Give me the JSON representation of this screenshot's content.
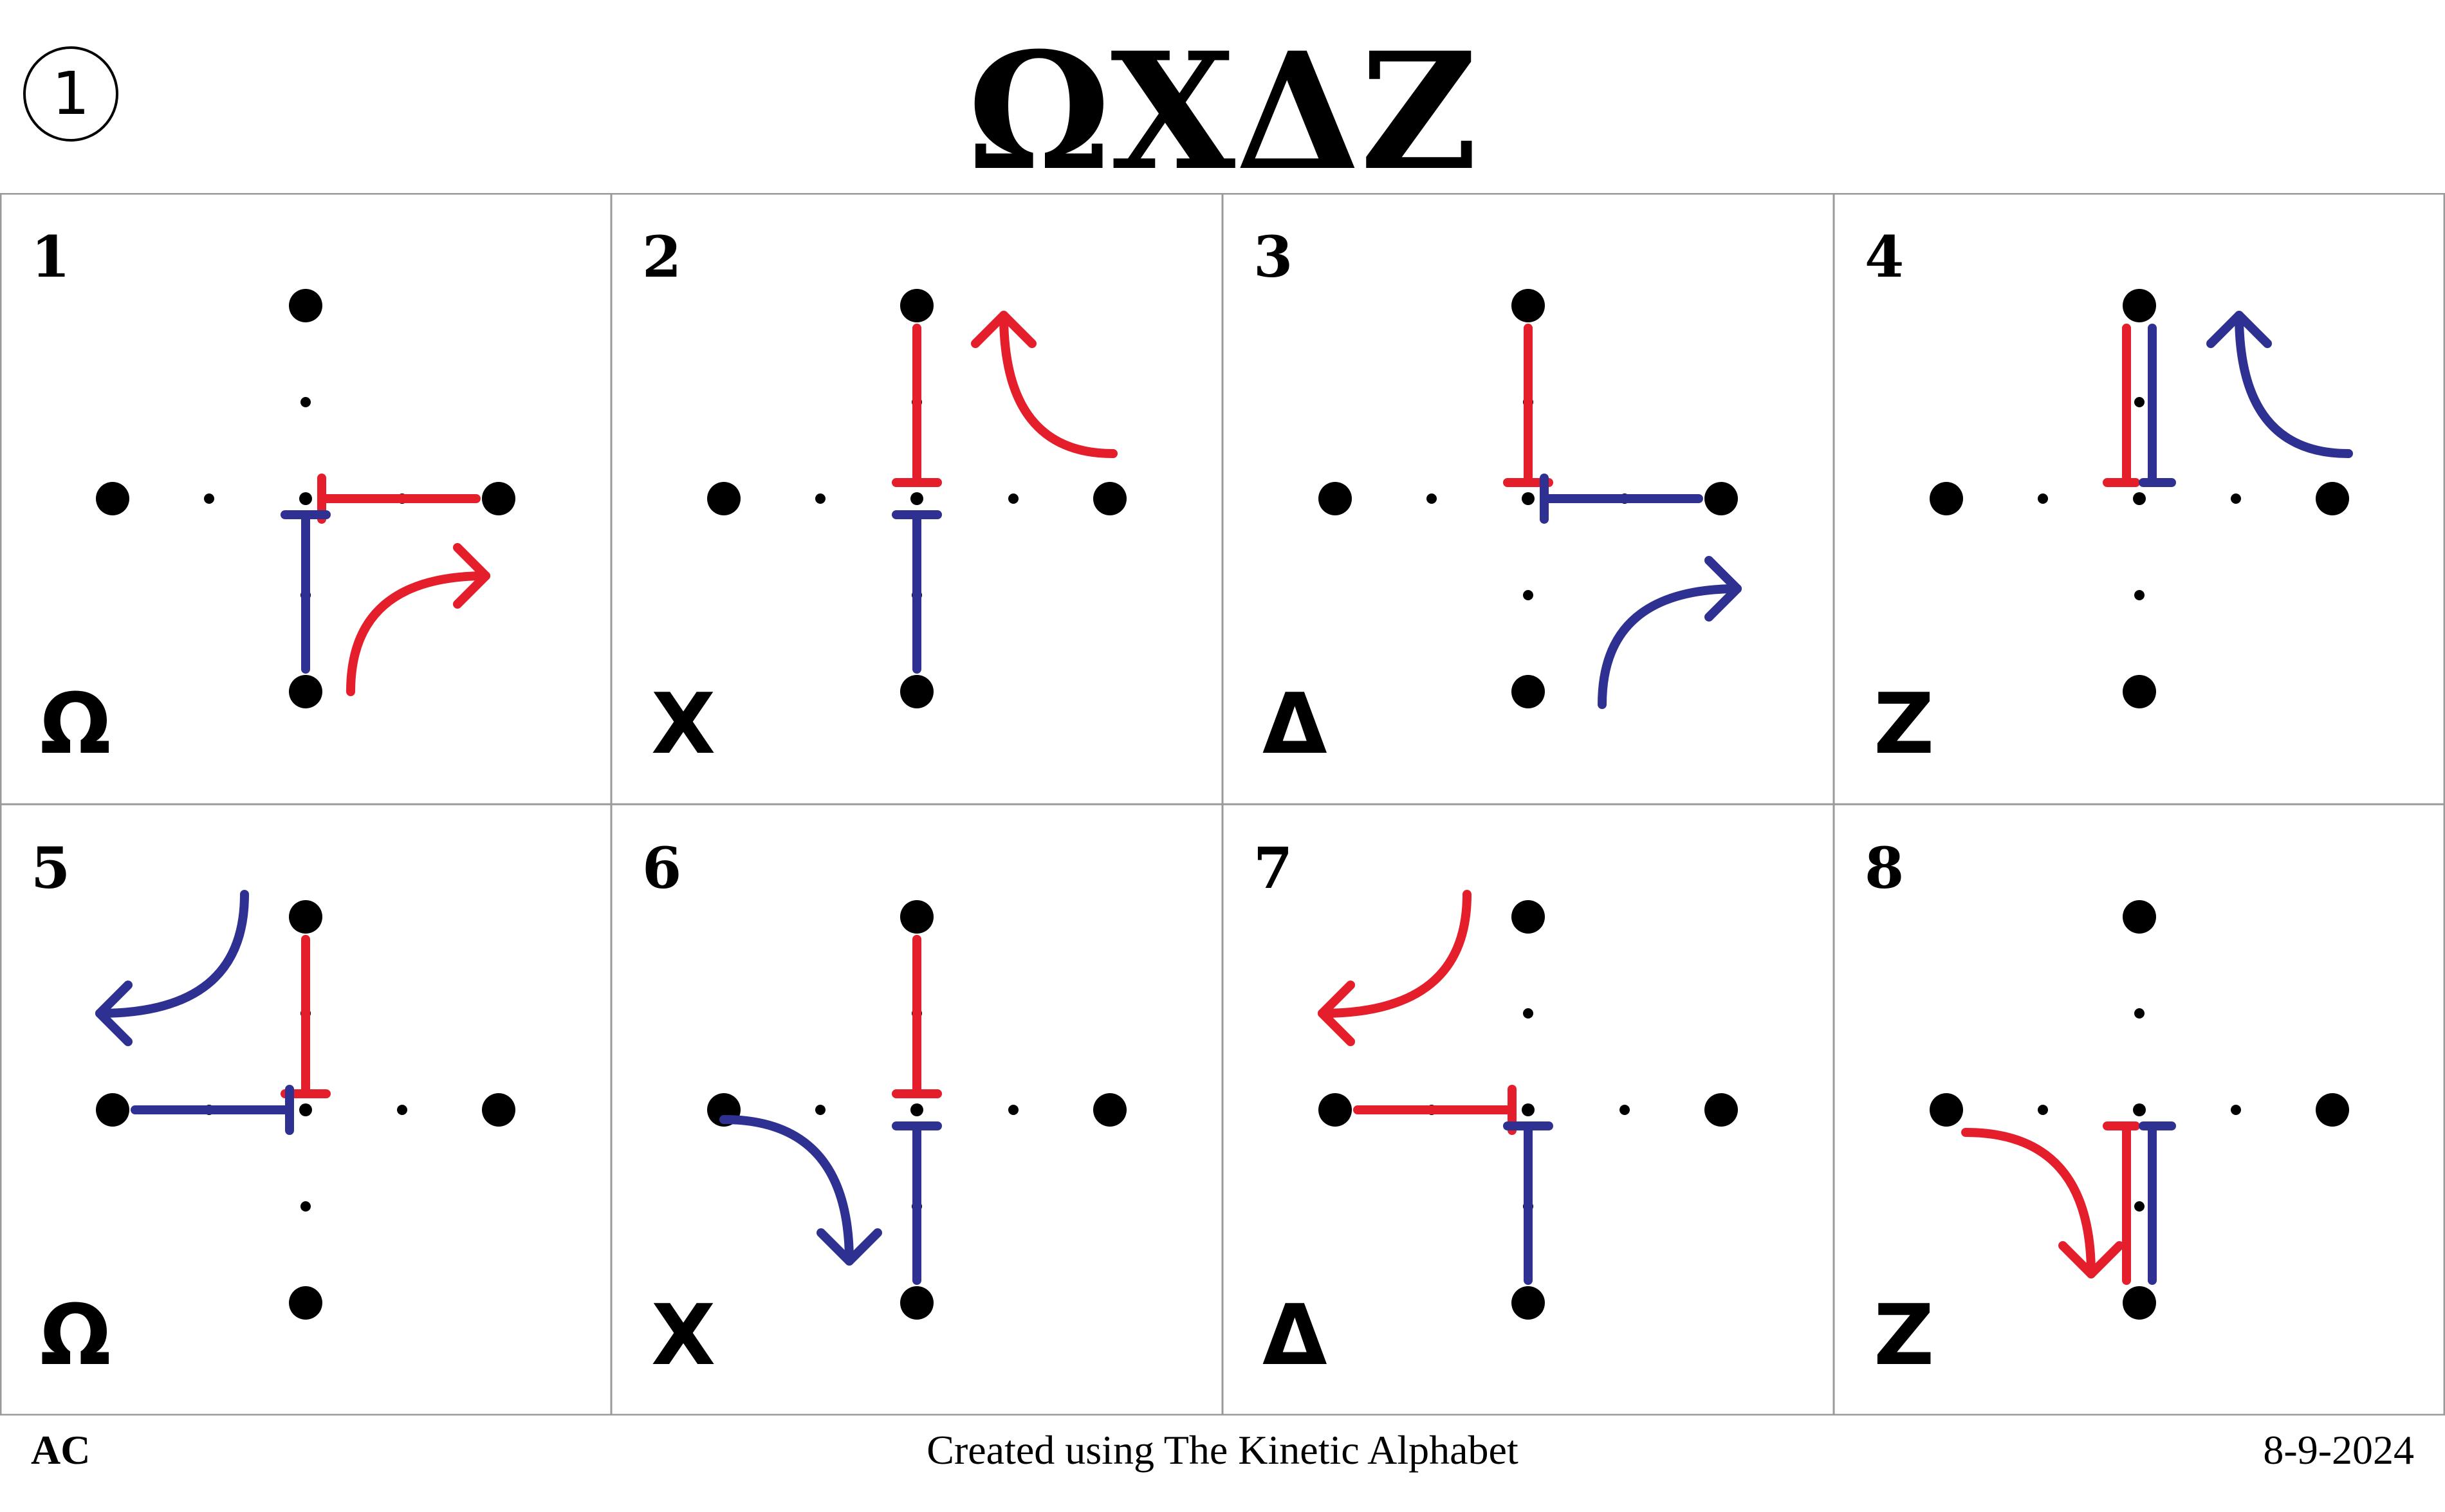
{
  "header": {
    "page_number": "1",
    "title": "ΩXΔZ"
  },
  "colors": {
    "red": "#e41f2b",
    "blue": "#2e3192",
    "dot": "#000000",
    "grid_line": "#9a9a9a"
  },
  "panels": [
    {
      "number": "1",
      "letter": "Ω",
      "bars": [
        {
          "color": "red",
          "from": "center",
          "to": "right_outer"
        },
        {
          "color": "blue",
          "from": "center",
          "to": "bottom_outer"
        }
      ],
      "arrows": [
        {
          "color": "red",
          "from": "bottom",
          "to": "right"
        }
      ]
    },
    {
      "number": "2",
      "letter": "X",
      "bars": [
        {
          "color": "red",
          "from": "top_outer",
          "to": "center"
        },
        {
          "color": "blue",
          "from": "center",
          "to": "bottom_outer"
        }
      ],
      "arrows": [
        {
          "color": "red",
          "from": "right",
          "to": "up"
        }
      ]
    },
    {
      "number": "3",
      "letter": "Δ",
      "bars": [
        {
          "color": "red",
          "from": "top_outer",
          "to": "center"
        },
        {
          "color": "blue",
          "from": "center",
          "to": "right_outer"
        }
      ],
      "arrows": [
        {
          "color": "blue",
          "from": "bottom",
          "to": "right"
        }
      ]
    },
    {
      "number": "4",
      "letter": "Z",
      "bars": [
        {
          "color": "red",
          "from": "top_outer",
          "to": "center",
          "offset": "left"
        },
        {
          "color": "blue",
          "from": "top_outer",
          "to": "center",
          "offset": "right"
        }
      ],
      "arrows": [
        {
          "color": "blue",
          "from": "right",
          "to": "up"
        }
      ]
    },
    {
      "number": "5",
      "letter": "Ω",
      "bars": [
        {
          "color": "red",
          "from": "top_outer",
          "to": "center"
        },
        {
          "color": "blue",
          "from": "center",
          "to": "left_outer"
        }
      ],
      "arrows": [
        {
          "color": "blue",
          "from": "up",
          "to": "left"
        }
      ]
    },
    {
      "number": "6",
      "letter": "X",
      "bars": [
        {
          "color": "red",
          "from": "top_outer",
          "to": "center"
        },
        {
          "color": "blue",
          "from": "center",
          "to": "bottom_outer"
        }
      ],
      "arrows": [
        {
          "color": "blue",
          "from": "left",
          "to": "down"
        }
      ]
    },
    {
      "number": "7",
      "letter": "Δ",
      "bars": [
        {
          "color": "red",
          "from": "center",
          "to": "left_outer"
        },
        {
          "color": "blue",
          "from": "center",
          "to": "bottom_outer"
        }
      ],
      "arrows": [
        {
          "color": "red",
          "from": "up",
          "to": "left"
        }
      ]
    },
    {
      "number": "8",
      "letter": "Z",
      "bars": [
        {
          "color": "red",
          "from": "center",
          "to": "bottom_outer",
          "offset": "left"
        },
        {
          "color": "blue",
          "from": "center",
          "to": "bottom_outer",
          "offset": "right"
        }
      ],
      "arrows": [
        {
          "color": "red",
          "from": "left",
          "to": "down"
        }
      ]
    }
  ],
  "footer": {
    "left": "AC",
    "center": "Created using The Kinetic Alphabet",
    "right": "8-9-2024"
  }
}
